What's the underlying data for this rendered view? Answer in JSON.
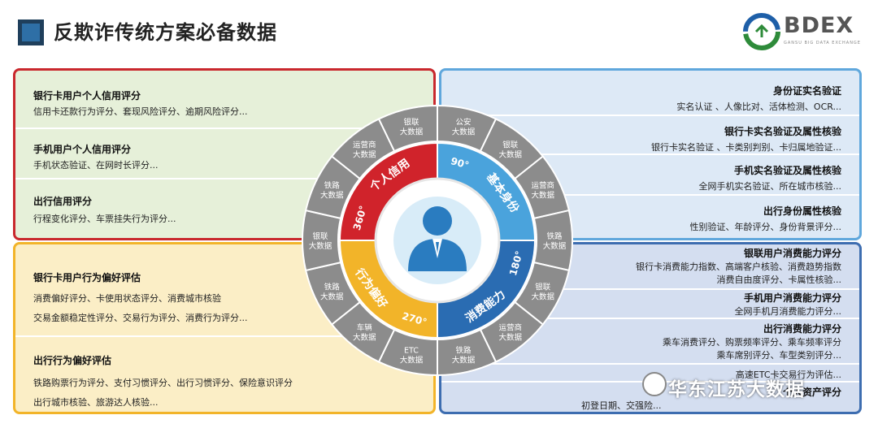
{
  "header": {
    "title": "反欺诈传统方案必备数据"
  },
  "logo": {
    "text": "BDEX",
    "sub": "GANSU BIG DATA EXCHANGE",
    "colors": [
      "#2e8b3a",
      "#1e5fa8"
    ]
  },
  "left_top": {
    "items": [
      {
        "heading": "银行卡用户个人信用评分",
        "desc": "信用卡还款行为评分、套现风险评分、逾期风险评分..."
      },
      {
        "heading": "手机用户个人信用评分",
        "desc": "手机状态验证、在网时长评分..."
      },
      {
        "heading": "出行信用评分",
        "desc": "行程变化评分、车票挂失行为评分..."
      }
    ]
  },
  "left_bottom": {
    "items": [
      {
        "heading": "银行卡用户行为偏好评估",
        "desc1": "消费偏好评分、卡使用状态评分、消费城市核验",
        "desc2": "交易金额稳定性评分、交易行为评分、消费行为评分..."
      },
      {
        "heading": "出行行为偏好评估",
        "desc1": "铁路购票行为评分、支付习惯评分、出行习惯评分、保险意识评分",
        "desc2": "出行城市核验、旅游达人核验..."
      }
    ]
  },
  "right_top": {
    "items": [
      {
        "heading": "身份证实名验证",
        "desc": "实名认证 、人像比对、活体检测、OCR..."
      },
      {
        "heading": "银行卡实名验证及属性核验",
        "desc": "银行卡实名验证 、卡类别判别、卡归属地验证..."
      },
      {
        "heading": "手机实名验证及属性核验",
        "desc": "全网手机实名验证、所在城市核验..."
      },
      {
        "heading": "出行身份属性核验",
        "desc": "性别验证、年龄评分、身份背景评分..."
      }
    ]
  },
  "right_bottom": {
    "items": [
      {
        "heading": "银联用户消费能力评分",
        "desc1": "银行卡消费能力指数、高端客户核验、消费趋势指数",
        "desc2": "消费自由度评分、卡属性核验..."
      },
      {
        "heading": "手机用户消费能力评分",
        "desc1": "全网手机月消费能力评分..."
      },
      {
        "heading": "出行消费能力评分",
        "desc1": "乘车消费评分、购票频率评分、乘车频率评分",
        "desc2": "乘车席别评分、车型类别评分..."
      },
      {
        "heading": "",
        "desc1": "高速ETC卡交易行为评估..."
      },
      {
        "heading": "个人资产评分",
        "desc1": "初登日期、交强险..."
      }
    ]
  },
  "wheel": {
    "center_icon": "person-icon",
    "inner": [
      {
        "label": "个人信用",
        "degree": "360°",
        "color": "#d0232b"
      },
      {
        "label": "基本身份",
        "degree": "90°",
        "color": "#4aa3dc"
      },
      {
        "label": "消费能力",
        "degree": "180°",
        "color": "#2a6cb2"
      },
      {
        "label": "行为偏好",
        "degree": "270°",
        "color": "#f2b429"
      }
    ],
    "outer": [
      {
        "text": "公安\n大数据"
      },
      {
        "text": "银联\n大数据"
      },
      {
        "text": "运营商\n大数据"
      },
      {
        "text": "铁路\n大数据"
      },
      {
        "text": "银联\n大数据"
      },
      {
        "text": "运营商\n大数据"
      },
      {
        "text": "铁路\n大数据"
      },
      {
        "text": "ETC\n大数据"
      },
      {
        "text": "车辆\n大数据"
      },
      {
        "text": "铁路\n大数据"
      },
      {
        "text": "银联\n大数据"
      },
      {
        "text": "铁路\n大数据"
      },
      {
        "text": "运营商\n大数据"
      },
      {
        "text": "银联\n大数据"
      }
    ],
    "outer_color": "#8c8c8c"
  },
  "watermark": {
    "text": "华东江苏大数据"
  }
}
